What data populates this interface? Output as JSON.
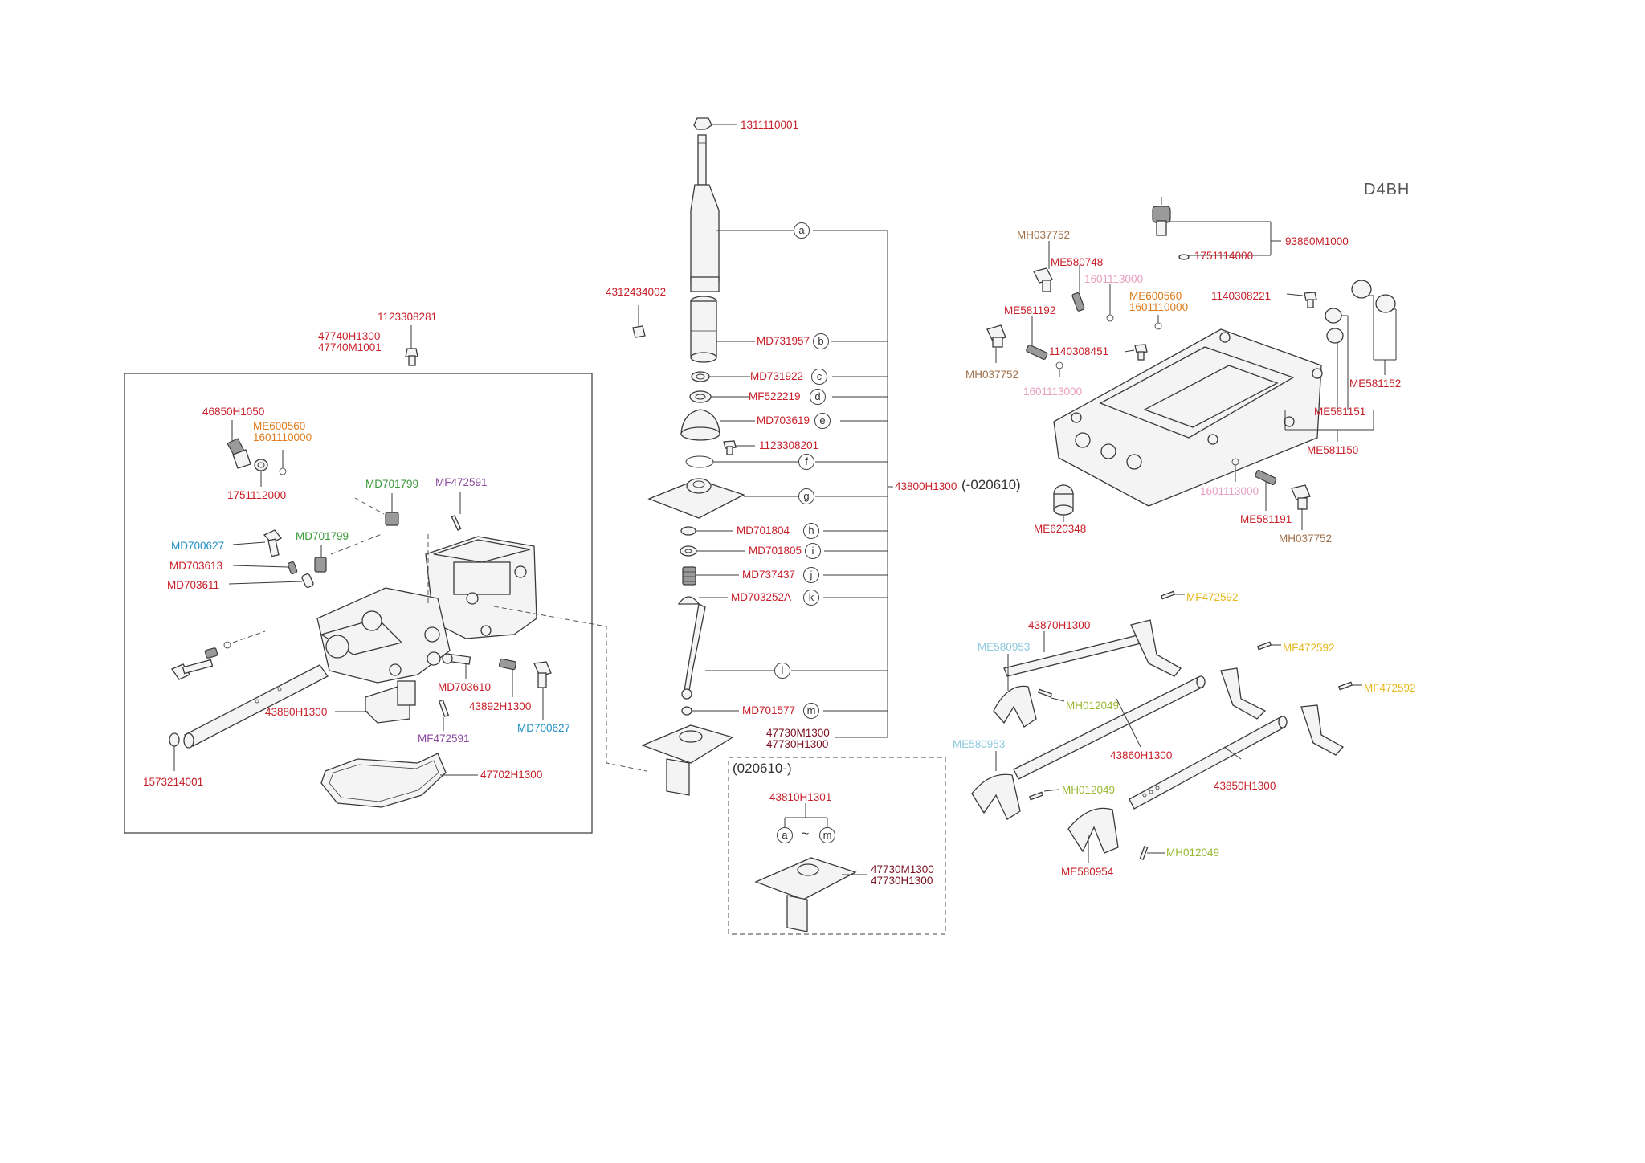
{
  "diagram": {
    "model_code": "D4BH",
    "colors": {
      "red": "#c8202a",
      "orange": "#e07a1a",
      "green": "#3a9a3a",
      "lime": "#9ab832",
      "blue": "#1f8fc4",
      "light_blue": "#8ec9de",
      "purple": "#8a4a9e",
      "pink": "#e8a0c0",
      "brown": "#a0704a",
      "yellow": "#e8b820",
      "dark_red": "#7a1020",
      "period_text": "#333333"
    },
    "period_labels": {
      "before": "(-020610)",
      "after": "(020610-)"
    },
    "callout_letters": [
      "a",
      "b",
      "c",
      "d",
      "e",
      "f",
      "g",
      "h",
      "i",
      "j",
      "k",
      "l",
      "m"
    ],
    "subassembly_range": {
      "from": "a",
      "separator": "~",
      "to": "m"
    },
    "labels": [
      {
        "id": "p1311110001",
        "text": "1311110001",
        "color": "red"
      },
      {
        "id": "p4312434002",
        "text": "4312434002",
        "color": "red"
      },
      {
        "id": "pMD731957",
        "text": "MD731957",
        "color": "red"
      },
      {
        "id": "pMD731922",
        "text": "MD731922",
        "color": "red"
      },
      {
        "id": "pMF522219",
        "text": "MF522219",
        "color": "red"
      },
      {
        "id": "pMD703619",
        "text": "MD703619",
        "color": "red"
      },
      {
        "id": "p1123308201",
        "text": "1123308201",
        "color": "red"
      },
      {
        "id": "p43800H1300",
        "text": "43800H1300",
        "color": "red"
      },
      {
        "id": "pMD701804",
        "text": "MD701804",
        "color": "red"
      },
      {
        "id": "pMD701805",
        "text": "MD701805",
        "color": "red"
      },
      {
        "id": "pMD737437",
        "text": "MD737437",
        "color": "red"
      },
      {
        "id": "pMD703252A",
        "text": "MD703252A",
        "color": "red"
      },
      {
        "id": "pMD701577",
        "text": "MD701577",
        "color": "red"
      },
      {
        "id": "p47730_top",
        "text": "47730M1300\n47730H1300",
        "color": "dark_red"
      },
      {
        "id": "p43810H1301",
        "text": "43810H1301",
        "color": "red"
      },
      {
        "id": "p47730_bottom",
        "text": "47730M1300\n47730H1300",
        "color": "dark_red"
      },
      {
        "id": "p1123308281",
        "text": "1123308281",
        "color": "red"
      },
      {
        "id": "p47740",
        "text": "47740H1300\n47740M1001",
        "color": "red"
      },
      {
        "id": "p46850H1050",
        "text": "46850H1050",
        "color": "red"
      },
      {
        "id": "pME600560_L",
        "text": "ME600560\n1601110000",
        "color": "orange"
      },
      {
        "id": "p1751112000",
        "text": "1751112000",
        "color": "red"
      },
      {
        "id": "pMD701799_a",
        "text": "MD701799",
        "color": "green"
      },
      {
        "id": "pMF472591_a",
        "text": "MF472591",
        "color": "purple"
      },
      {
        "id": "pMD701799_b",
        "text": "MD701799",
        "color": "green"
      },
      {
        "id": "pMD700627_a",
        "text": "MD700627",
        "color": "blue"
      },
      {
        "id": "pMD703613",
        "text": "MD703613",
        "color": "red"
      },
      {
        "id": "pMD703611",
        "text": "MD703611",
        "color": "red"
      },
      {
        "id": "pMD703610",
        "text": "MD703610",
        "color": "red"
      },
      {
        "id": "p43892H1300",
        "text": "43892H1300",
        "color": "red"
      },
      {
        "id": "pMD700627_b",
        "text": "MD700627",
        "color": "blue"
      },
      {
        "id": "p43880H1300",
        "text": "43880H1300",
        "color": "red"
      },
      {
        "id": "pMF472591_b",
        "text": "MF472591",
        "color": "purple"
      },
      {
        "id": "p1573214001",
        "text": "1573214001",
        "color": "red"
      },
      {
        "id": "p47702H1300",
        "text": "47702H1300",
        "color": "red"
      },
      {
        "id": "p93860M1000",
        "text": "93860M1000",
        "color": "red"
      },
      {
        "id": "p1751114000",
        "text": "1751114000",
        "color": "red"
      },
      {
        "id": "pMH037752_a",
        "text": "MH037752",
        "color": "brown"
      },
      {
        "id": "pME580748",
        "text": "ME580748",
        "color": "red"
      },
      {
        "id": "p1601113000_a",
        "text": "1601113000",
        "color": "pink"
      },
      {
        "id": "pME600560_R",
        "text": "ME600560\n1601110000",
        "color": "orange"
      },
      {
        "id": "p1140308221",
        "text": "1140308221",
        "color": "red"
      },
      {
        "id": "pME581192",
        "text": "ME581192",
        "color": "red"
      },
      {
        "id": "p1140308451",
        "text": "1140308451",
        "color": "red"
      },
      {
        "id": "pMH037752_b",
        "text": "MH037752",
        "color": "brown"
      },
      {
        "id": "p1601113000_b",
        "text": "1601113000",
        "color": "pink"
      },
      {
        "id": "pME581152",
        "text": "ME581152",
        "color": "red"
      },
      {
        "id": "pME581151",
        "text": "ME581151",
        "color": "red"
      },
      {
        "id": "pME581150",
        "text": "ME581150",
        "color": "red"
      },
      {
        "id": "p1601113000_c",
        "text": "1601113000",
        "color": "pink"
      },
      {
        "id": "pME581191",
        "text": "ME581191",
        "color": "red"
      },
      {
        "id": "pME620348",
        "text": "ME620348",
        "color": "red"
      },
      {
        "id": "pMH037752_c",
        "text": "MH037752",
        "color": "brown"
      },
      {
        "id": "pMF472592_a",
        "text": "MF472592",
        "color": "yellow"
      },
      {
        "id": "p43870H1300",
        "text": "43870H1300",
        "color": "red"
      },
      {
        "id": "pMF472592_b",
        "text": "MF472592",
        "color": "yellow"
      },
      {
        "id": "pME580953_a",
        "text": "ME580953",
        "color": "light_blue"
      },
      {
        "id": "pMF472592_c",
        "text": "MF472592",
        "color": "yellow"
      },
      {
        "id": "pMH012049_a",
        "text": "MH012049",
        "color": "lime"
      },
      {
        "id": "pME580953_b",
        "text": "ME580953",
        "color": "light_blue"
      },
      {
        "id": "p43860H1300",
        "text": "43860H1300",
        "color": "red"
      },
      {
        "id": "p43850H1300",
        "text": "43850H1300",
        "color": "red"
      },
      {
        "id": "pMH012049_b",
        "text": "MH012049",
        "color": "lime"
      },
      {
        "id": "pMH012049_c",
        "text": "MH012049",
        "color": "lime"
      },
      {
        "id": "pME580954",
        "text": "ME580954",
        "color": "red"
      }
    ]
  }
}
